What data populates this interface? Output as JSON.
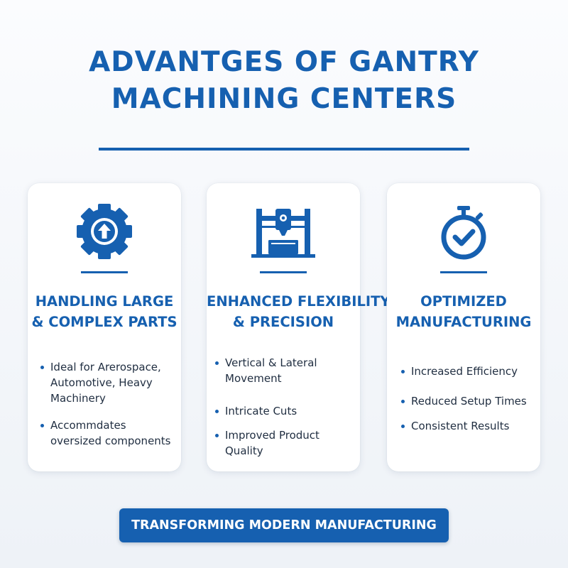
{
  "header": {
    "title_line1": "ADVANTGES OF GANTRY",
    "title_line2": "MACHINING CENTERS"
  },
  "colors": {
    "accent": "#1660b0",
    "text": "#1f2d40",
    "card_bg": "#ffffff"
  },
  "cards": [
    {
      "icon": "gear-arrow-up-icon",
      "title_line1": "HANDLING LARGE",
      "title_line2": "& COMPLEX PARTS",
      "bullets": [
        "Ideal for Arerospace, Automotive, Heavy Machinery",
        "Accommdates oversized components"
      ]
    },
    {
      "icon": "gantry-machine-icon",
      "title_line1": "ENHANCED FLEXIBILITY",
      "title_line2": "& PRECISION",
      "bullets": [
        "Vertical & Lateral Movement",
        "Intricate Cuts",
        "Improved Product Quality"
      ]
    },
    {
      "icon": "stopwatch-check-icon",
      "title_line1": "OPTIMIZED",
      "title_line2": "MANUFACTURING",
      "bullets": [
        "Increased Efficiency",
        "Reduced Setup Times",
        "Consistent Results"
      ]
    }
  ],
  "footer": {
    "banner_label": "TRANSFORMING MODERN MANUFACTURING"
  }
}
